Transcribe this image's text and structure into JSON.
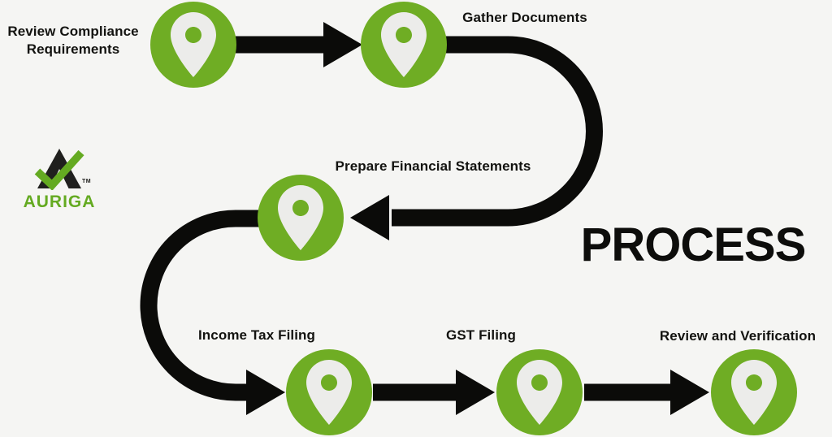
{
  "title": "PROCESS",
  "brand": {
    "name": "AURIGA",
    "tm": "TM"
  },
  "steps": [
    {
      "label": "Review Compliance Requirements"
    },
    {
      "label": "Gather Documents"
    },
    {
      "label": "Prepare Financial Statements"
    },
    {
      "label": "Income Tax Filing"
    },
    {
      "label": "GST Filing"
    },
    {
      "label": "Review and Verification"
    }
  ],
  "icons": [
    {
      "name": "location-pin-icon",
      "meaning": "process step marker"
    }
  ],
  "colors": {
    "background": "#f5f5f3",
    "connector_black": "#0b0b09",
    "node_green": "#6fad24",
    "pin_fill": "#ececea",
    "brand_green": "#64aa21",
    "brand_dark": "#20201e"
  }
}
